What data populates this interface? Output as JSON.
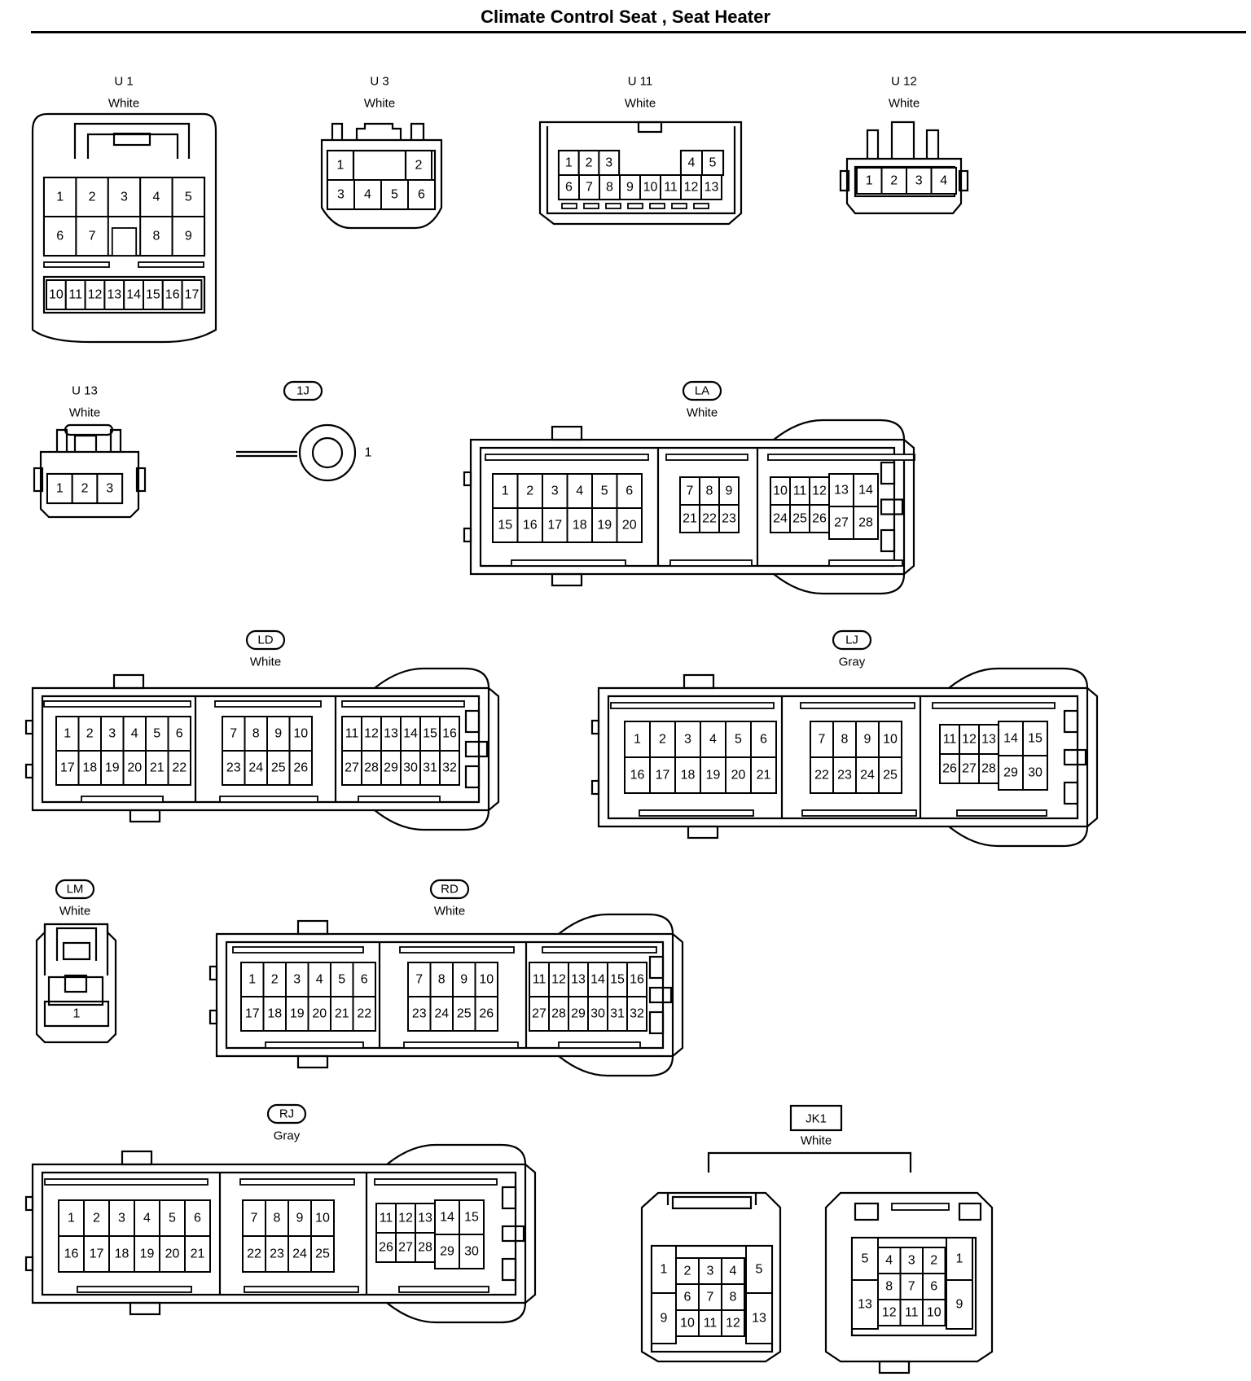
{
  "title": "Climate Control Seat , Seat Heater",
  "connectors": [
    {
      "id": "U1",
      "code": "U 1",
      "color": "White",
      "boxed": false,
      "pins": [
        "1",
        "2",
        "3",
        "4",
        "5",
        "6",
        "7",
        "8",
        "9",
        "10",
        "11",
        "12",
        "13",
        "14",
        "15",
        "16",
        "17"
      ]
    },
    {
      "id": "U3",
      "code": "U 3",
      "color": "White",
      "boxed": false,
      "pins": [
        "1",
        "2",
        "3",
        "4",
        "5",
        "6"
      ]
    },
    {
      "id": "U11",
      "code": "U 11",
      "color": "White",
      "boxed": false,
      "pins": [
        "1",
        "2",
        "3",
        "4",
        "5",
        "6",
        "7",
        "8",
        "9",
        "10",
        "11",
        "12",
        "13"
      ]
    },
    {
      "id": "U12",
      "code": "U 12",
      "color": "White",
      "boxed": false,
      "pins": [
        "1",
        "2",
        "3",
        "4"
      ]
    },
    {
      "id": "U13",
      "code": "U 13",
      "color": "White",
      "boxed": false,
      "pins": [
        "1",
        "2",
        "3"
      ]
    },
    {
      "id": "1J",
      "code": "1J",
      "color": "",
      "boxed": true,
      "pins": [
        "1"
      ]
    },
    {
      "id": "LA",
      "code": "LA",
      "color": "White",
      "boxed": true,
      "pins": [
        "1",
        "2",
        "3",
        "4",
        "5",
        "6",
        "7",
        "8",
        "9",
        "10",
        "11",
        "12",
        "13",
        "14",
        "15",
        "16",
        "17",
        "18",
        "19",
        "20",
        "21",
        "22",
        "23",
        "24",
        "25",
        "26",
        "27",
        "28"
      ]
    },
    {
      "id": "LD",
      "code": "LD",
      "color": "White",
      "boxed": true,
      "pins": [
        "1",
        "2",
        "3",
        "4",
        "5",
        "6",
        "7",
        "8",
        "9",
        "10",
        "11",
        "12",
        "13",
        "14",
        "15",
        "16",
        "17",
        "18",
        "19",
        "20",
        "21",
        "22",
        "23",
        "24",
        "25",
        "26",
        "27",
        "28",
        "29",
        "30",
        "31",
        "32"
      ]
    },
    {
      "id": "LJ",
      "code": "LJ",
      "color": "Gray",
      "boxed": true,
      "pins": [
        "1",
        "2",
        "3",
        "4",
        "5",
        "6",
        "7",
        "8",
        "9",
        "10",
        "11",
        "12",
        "13",
        "14",
        "15",
        "16",
        "17",
        "18",
        "19",
        "20",
        "21",
        "22",
        "23",
        "24",
        "25",
        "26",
        "27",
        "28",
        "29",
        "30"
      ]
    },
    {
      "id": "LM",
      "code": "LM",
      "color": "White",
      "boxed": true,
      "pins": [
        "1"
      ]
    },
    {
      "id": "RD",
      "code": "RD",
      "color": "White",
      "boxed": true,
      "pins": [
        "1",
        "2",
        "3",
        "4",
        "5",
        "6",
        "7",
        "8",
        "9",
        "10",
        "11",
        "12",
        "13",
        "14",
        "15",
        "16",
        "17",
        "18",
        "19",
        "20",
        "21",
        "22",
        "23",
        "24",
        "25",
        "26",
        "27",
        "28",
        "29",
        "30",
        "31",
        "32"
      ]
    },
    {
      "id": "RJ",
      "code": "RJ",
      "color": "Gray",
      "boxed": true,
      "pins": [
        "1",
        "2",
        "3",
        "4",
        "5",
        "6",
        "7",
        "8",
        "9",
        "10",
        "11",
        "12",
        "13",
        "14",
        "15",
        "16",
        "17",
        "18",
        "19",
        "20",
        "21",
        "22",
        "23",
        "24",
        "25",
        "26",
        "27",
        "28",
        "29",
        "30"
      ]
    },
    {
      "id": "JK1",
      "code": "JK1",
      "color": "White",
      "boxed": "rect",
      "pins": [
        "1",
        "2",
        "3",
        "4",
        "5",
        "6",
        "7",
        "8",
        "9",
        "10",
        "11",
        "12",
        "13"
      ]
    }
  ]
}
